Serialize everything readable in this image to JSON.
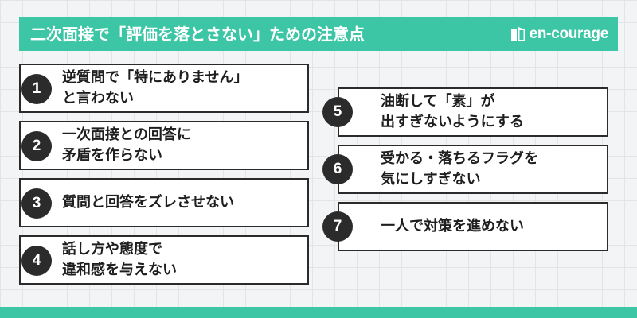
{
  "header": {
    "title": "二次面接で「評価を落とさない」ための注意点",
    "logo_text": "en-courage"
  },
  "colors": {
    "accent": "#3cc6a5",
    "dark": "#2b2b2b",
    "background": "#f3f4f5"
  },
  "items": [
    {
      "number": "1",
      "line1": "逆質問で「特にありません」",
      "line2": "と言わない"
    },
    {
      "number": "2",
      "line1": "一次面接との回答に",
      "line2": "矛盾を作らない"
    },
    {
      "number": "3",
      "line1": "質問と回答をズレさせない",
      "line2": ""
    },
    {
      "number": "4",
      "line1": "話し方や態度で",
      "line2": "違和感を与えない"
    },
    {
      "number": "5",
      "line1": "油断して「素」が",
      "line2": "出すぎないようにする"
    },
    {
      "number": "6",
      "line1": "受かる・落ちるフラグを",
      "line2": "気にしすぎない"
    },
    {
      "number": "7",
      "line1": "一人で対策を進めない",
      "line2": ""
    }
  ]
}
